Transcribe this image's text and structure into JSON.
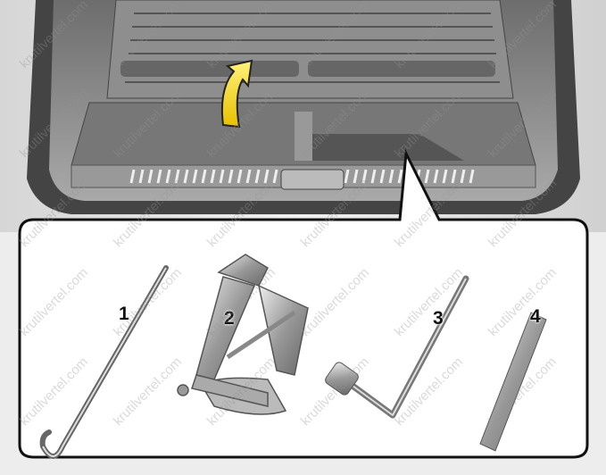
{
  "figure": {
    "labels": [
      {
        "number": "1",
        "item": "jack-handle"
      },
      {
        "number": "2",
        "item": "jack"
      },
      {
        "number": "3",
        "item": "wheel-lug-nut-wrench"
      },
      {
        "number": "4",
        "item": "extension-tube"
      }
    ],
    "watermark": "krutilvertel.com",
    "colors": {
      "arrow": "#f2d21a",
      "callout_border": "#111111",
      "callout_bg": "#ffffff",
      "trunk": "#8a8a8a"
    }
  }
}
